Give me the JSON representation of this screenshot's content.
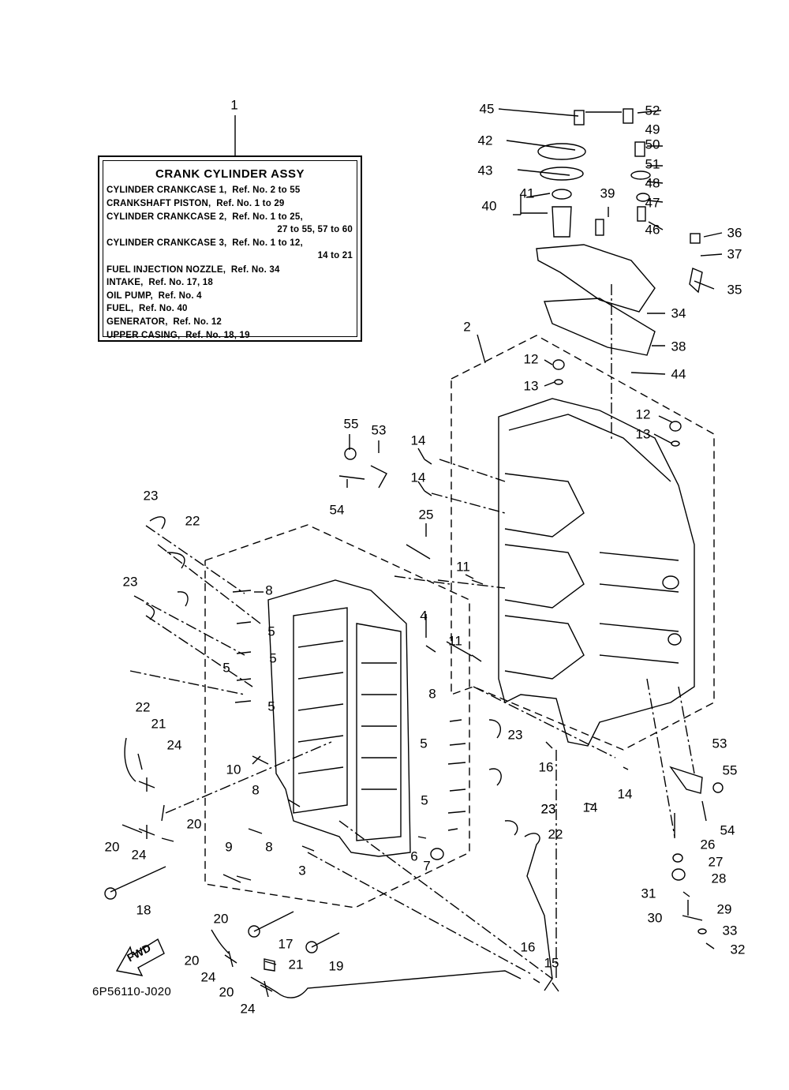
{
  "legend": {
    "title": "CRANK CYLINDER ASSY",
    "lines": [
      {
        "text": "CYLINDER CRANKCASE 1,  Ref. No. 2 to 55",
        "align": "left"
      },
      {
        "text": "CRANKSHAFT PISTON,  Ref. No. 1 to 29",
        "align": "left"
      },
      {
        "text": "CYLINDER CRANKCASE 2,  Ref. No. 1 to 25,",
        "align": "left"
      },
      {
        "text": "27 to 55, 57 to 60",
        "align": "right"
      },
      {
        "text": "CYLINDER CRANKCASE 3,  Ref. No. 1 to 12,",
        "align": "left"
      },
      {
        "text": "14 to 21",
        "align": "right"
      },
      {
        "text": "FUEL INJECTION NOZZLE,  Ref. No. 34",
        "align": "left"
      },
      {
        "text": "INTAKE,  Ref. No. 17, 18",
        "align": "left"
      },
      {
        "text": "OIL PUMP,  Ref. No. 4",
        "align": "left"
      },
      {
        "text": "FUEL,  Ref. No. 40",
        "align": "left"
      },
      {
        "text": "GENERATOR,  Ref. No. 12",
        "align": "left"
      },
      {
        "text": "UPPER CASING,  Ref. No. 18, 19",
        "align": "left"
      }
    ]
  },
  "drawing_code": "6P56110-J020",
  "fwd_label": "FWD",
  "callouts": [
    "1",
    "45",
    "52",
    "49",
    "42",
    "50",
    "51",
    "43",
    "48",
    "41",
    "40",
    "39",
    "47",
    "46",
    "36",
    "37",
    "35",
    "34",
    "38",
    "2",
    "12",
    "13",
    "44",
    "12",
    "13",
    "55",
    "53",
    "14",
    "14",
    "54",
    "23",
    "22",
    "25",
    "11",
    "8",
    "23",
    "5",
    "4",
    "11",
    "5",
    "5",
    "5",
    "8",
    "23",
    "5",
    "16",
    "22",
    "21",
    "24",
    "10",
    "23",
    "14",
    "14",
    "53",
    "55",
    "8",
    "5",
    "23",
    "20",
    "8",
    "20",
    "24",
    "6",
    "7",
    "3",
    "9",
    "22",
    "54",
    "26",
    "27",
    "28",
    "31",
    "29",
    "30",
    "33",
    "32",
    "18",
    "20",
    "17",
    "20",
    "21",
    "19",
    "24",
    "16",
    "15",
    "20",
    "24"
  ]
}
